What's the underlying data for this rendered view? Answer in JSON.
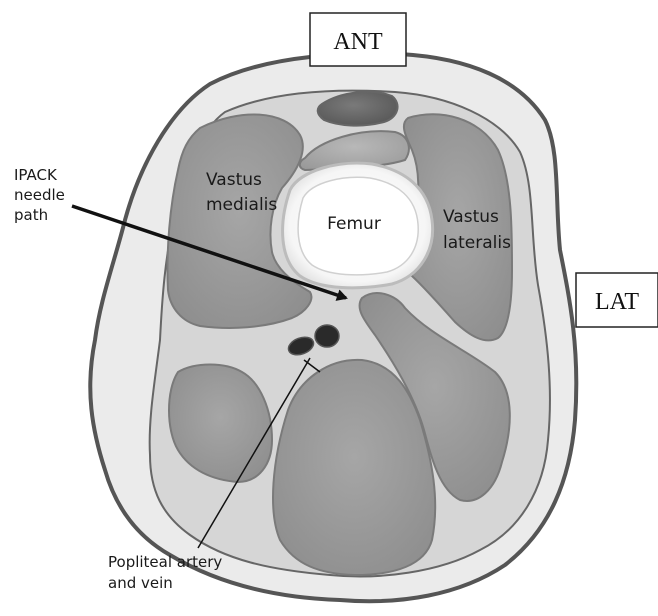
{
  "orientation": {
    "anterior": "ANT",
    "lateral": "LAT"
  },
  "structures": {
    "femur": "Femur",
    "vastus_medialis": [
      "Vastus",
      "medialis"
    ],
    "vastus_lateralis": [
      "Vastus",
      "lateralis"
    ]
  },
  "callouts": {
    "needle_path": [
      "IPACK",
      "needle",
      "path"
    ],
    "vessels": [
      "Popliteal artery",
      "and vein"
    ]
  },
  "colors": {
    "outline": "#555555",
    "skin_fill": "#ececec",
    "muscle_fill": "#a2a2a2",
    "muscle_dark": "#8a8a8a",
    "vessel_fill": "#2a2a2a"
  }
}
